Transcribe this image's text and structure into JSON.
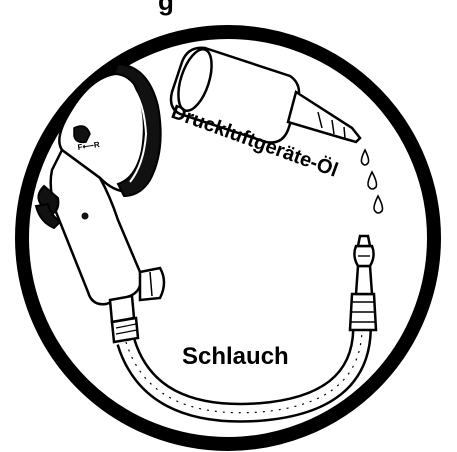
{
  "caption_fragment": "g",
  "labels": {
    "oil": "Druckluftgeräte-Öl",
    "hose": "Schlauch",
    "tool_marking": "F⟵R"
  },
  "colors": {
    "ink": "#000000",
    "background": "#ffffff"
  }
}
